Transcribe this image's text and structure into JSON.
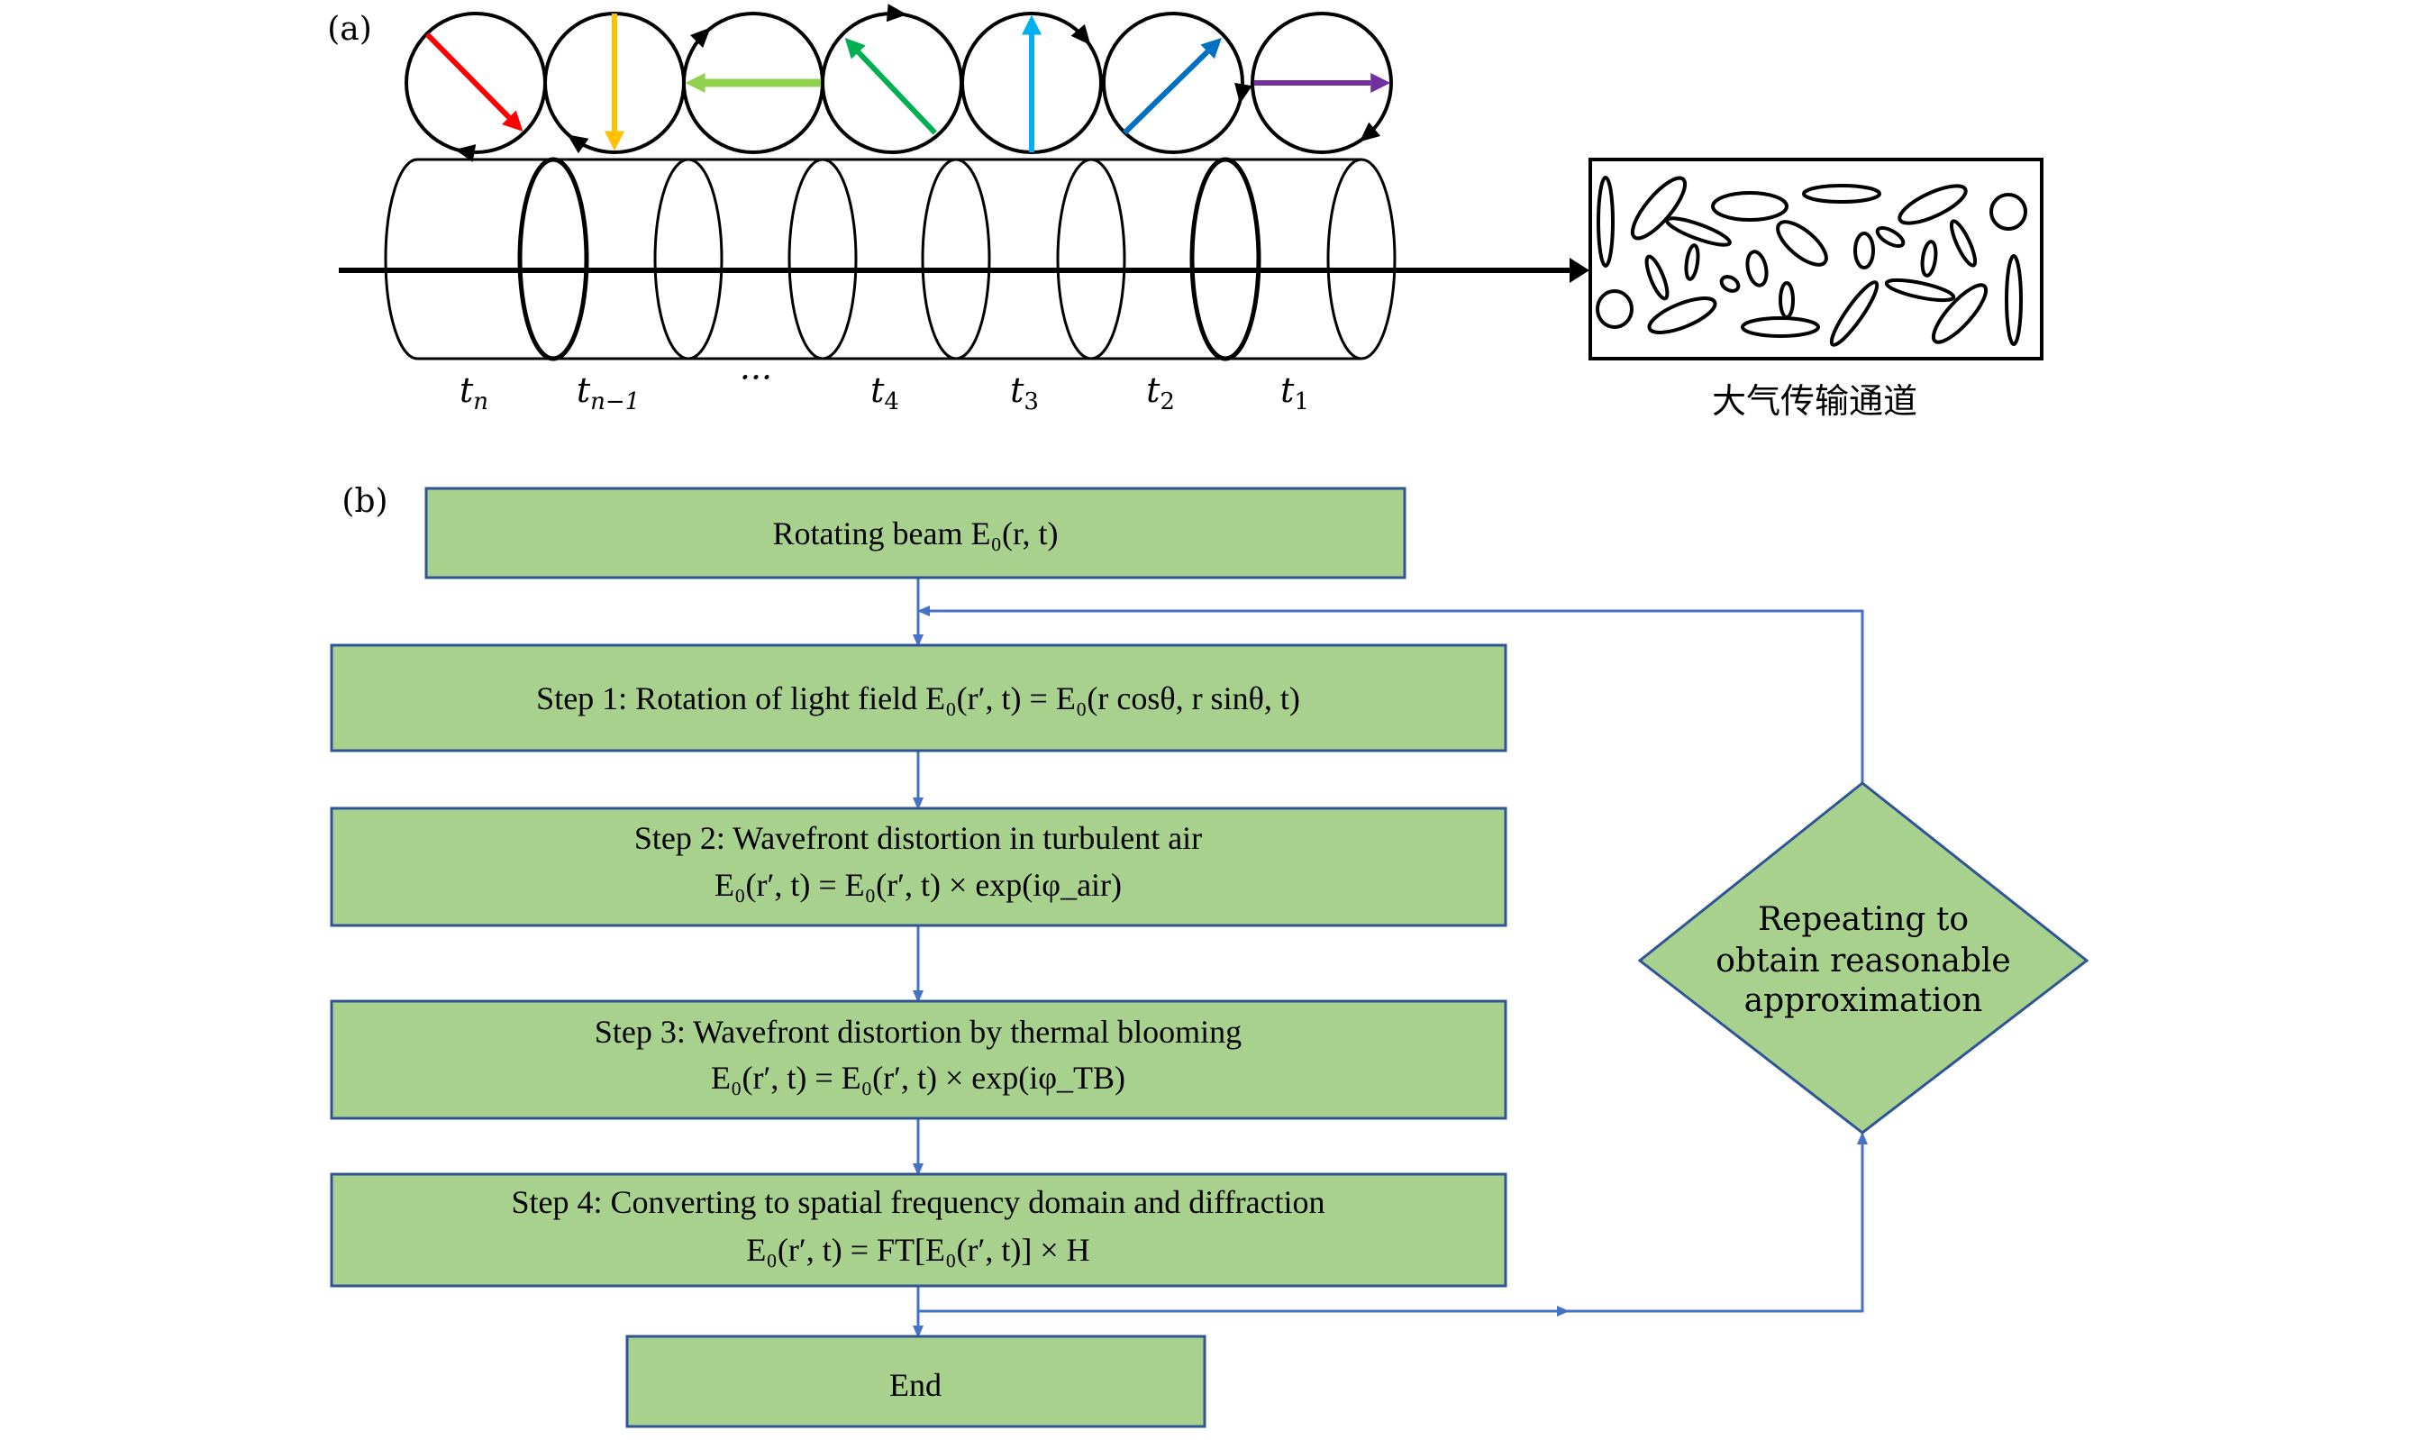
{
  "panel_a": {
    "label": "(a)",
    "polarization_states": [
      {
        "name": "state-tn",
        "color": "#ff0000",
        "direction": "down-right",
        "rotation": "clockwise"
      },
      {
        "name": "state-tn-1",
        "color": "#ffc000",
        "direction": "down",
        "rotation": "clockwise"
      },
      {
        "name": "state-ellipsis",
        "color": "#92d050",
        "direction": "left",
        "rotation": "clockwise"
      },
      {
        "name": "state-t4",
        "color": "#00b050",
        "direction": "up-left",
        "rotation": "clockwise"
      },
      {
        "name": "state-t3",
        "color": "#00b0f0",
        "direction": "up",
        "rotation": "clockwise"
      },
      {
        "name": "state-t2",
        "color": "#0070c0",
        "direction": "up-right",
        "rotation": "clockwise"
      },
      {
        "name": "state-t1",
        "color": "#7030a0",
        "direction": "right",
        "rotation": "clockwise"
      }
    ],
    "time_labels": [
      {
        "base": "t",
        "sub": "n"
      },
      {
        "base": "t",
        "sub": "n−1"
      },
      {
        "base": "···",
        "sub": ""
      },
      {
        "base": "t",
        "sub": "4"
      },
      {
        "base": "t",
        "sub": "3"
      },
      {
        "base": "t",
        "sub": "2"
      },
      {
        "base": "t",
        "sub": "1"
      }
    ],
    "channel_label": "大气传输通道"
  },
  "panel_b": {
    "label": "(b)",
    "start_box": {
      "text": "Rotating beam E₀(r, t)"
    },
    "steps": [
      {
        "lines": [
          "Step 1: Rotation of light field E₀(r′, t) = E₀(r cosθ, r sinθ, t)"
        ]
      },
      {
        "lines": [
          "Step 2: Wavefront distortion in turbulent air",
          "E₀(r′, t) = E₀(r′, t) × exp(iφ_air)"
        ]
      },
      {
        "lines": [
          "Step 3: Wavefront distortion by thermal blooming",
          "E₀(r′, t) = E₀(r′, t) × exp(iφ_TB)"
        ]
      },
      {
        "lines": [
          "Step 4: Converting to spatial frequency domain and diffraction",
          "E₀(r′, t) = FT[E₀(r′, t)] × H"
        ]
      }
    ],
    "end_box": {
      "text": "End"
    },
    "decision": {
      "lines": [
        "Repeating to",
        "obtain reasonable",
        "approximation"
      ]
    }
  },
  "colors": {
    "box_fill": "#a9d18e",
    "box_stroke": "#2f5597",
    "connector": "#4472c4"
  }
}
